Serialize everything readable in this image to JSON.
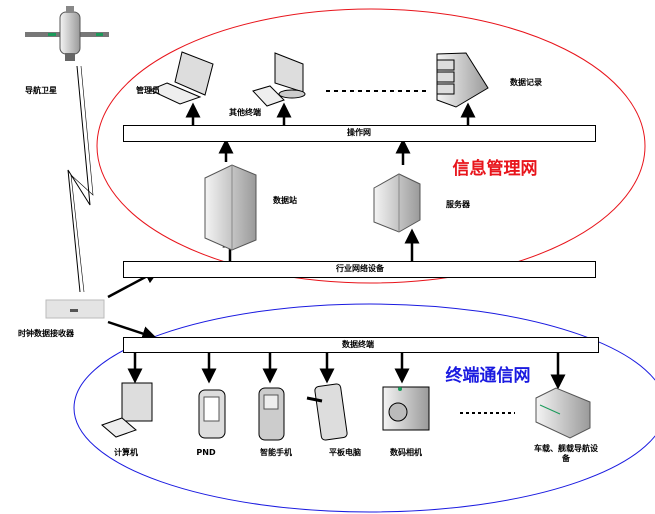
{
  "title_info_net": "信息管理网",
  "title_terminal_net": "终端通信网",
  "colors": {
    "info_net": "#e8141b",
    "terminal_net": "#1a1ae0"
  },
  "nodes": {
    "satellite": "导航卫星",
    "admin": "管理员",
    "other_terminal": "其他终端",
    "data_record": "数据记录",
    "ops_net": "操作网",
    "data_station": "数据站",
    "server": "服务器",
    "industry_net": "行业网络设备",
    "clock_receiver": "时钟数据接收器",
    "data_terminal": "数据终端"
  },
  "devices": [
    "计算机",
    "PND",
    "智能手机",
    "平板电脑",
    "数码相机",
    "车载、舰载导航设备"
  ]
}
